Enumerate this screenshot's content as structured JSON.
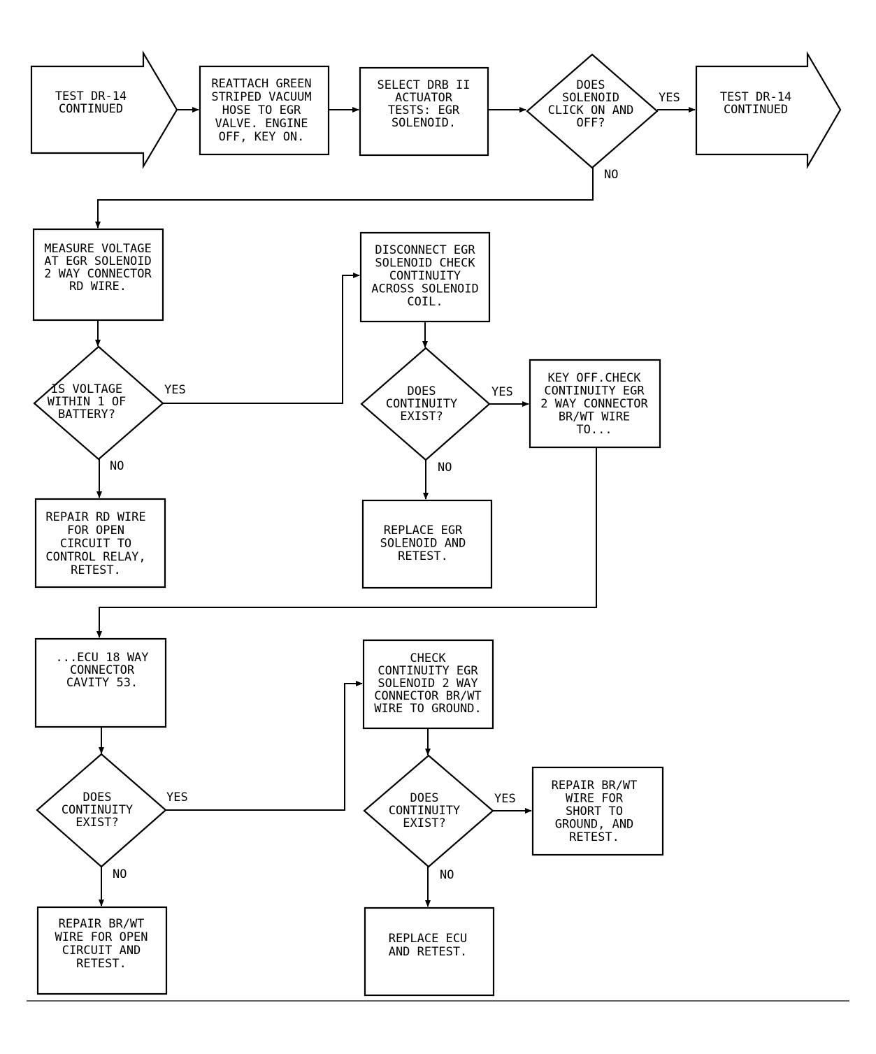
{
  "flowchart": {
    "start_arrow": [
      "TEST DR-14",
      "CONTINUED"
    ],
    "end_arrow": [
      "TEST DR-14",
      "CONTINUED"
    ],
    "box_reattach": [
      "REATTACH GREEN",
      "STRIPED VACUUM",
      "HOSE TO EGR",
      "VALVE. ENGINE",
      "OFF, KEY ON."
    ],
    "box_select": [
      "SELECT DRB II",
      "ACTUATOR",
      "TESTS: EGR",
      "SOLENOID."
    ],
    "dec_click": [
      "DOES",
      "SOLENOID",
      "CLICK ON AND",
      "OFF?"
    ],
    "box_measure": [
      "MEASURE VOLTAGE",
      "AT EGR SOLENOID",
      "2 WAY CONNECTOR",
      "RD WIRE."
    ],
    "dec_voltage": [
      "IS VOLTAGE",
      "WITHIN 1 OF",
      "BATTERY?"
    ],
    "box_repair_rd": [
      "REPAIR RD WIRE",
      "FOR OPEN",
      "CIRCUIT TO",
      "CONTROL RELAY,",
      "RETEST."
    ],
    "box_disconnect": [
      "DISCONNECT EGR",
      "SOLENOID CHECK",
      "CONTINUITY",
      "ACROSS SOLENOID",
      "COIL."
    ],
    "dec_cont1": [
      "DOES",
      "CONTINUITY",
      "EXIST?"
    ],
    "box_replace_sol": [
      "REPLACE EGR",
      "SOLENOID AND",
      "RETEST."
    ],
    "box_keyoff": [
      "KEY OFF.CHECK",
      "CONTINUITY EGR",
      "2 WAY CONNECTOR",
      "BR/WT WIRE",
      "TO..."
    ],
    "box_ecu18": [
      "...ECU 18 WAY",
      "CONNECTOR",
      "CAVITY 53."
    ],
    "dec_cont2": [
      "DOES",
      "CONTINUITY",
      "EXIST?"
    ],
    "box_repair_open": [
      "REPAIR BR/WT",
      "WIRE FOR OPEN",
      "CIRCUIT AND",
      "RETEST."
    ],
    "box_check_ground": [
      "CHECK",
      "CONTINUITY EGR",
      "SOLENOID 2 WAY",
      "CONNECTOR BR/WT",
      "WIRE TO GROUND."
    ],
    "dec_cont3": [
      "DOES",
      "CONTINUITY",
      "EXIST?"
    ],
    "box_repair_short": [
      "REPAIR BR/WT",
      "WIRE FOR",
      "SHORT TO",
      "GROUND, AND",
      "RETEST."
    ],
    "box_replace_ecu": [
      "REPLACE ECU",
      "AND RETEST."
    ],
    "labels": {
      "yes": "YES",
      "no": "NO"
    }
  }
}
